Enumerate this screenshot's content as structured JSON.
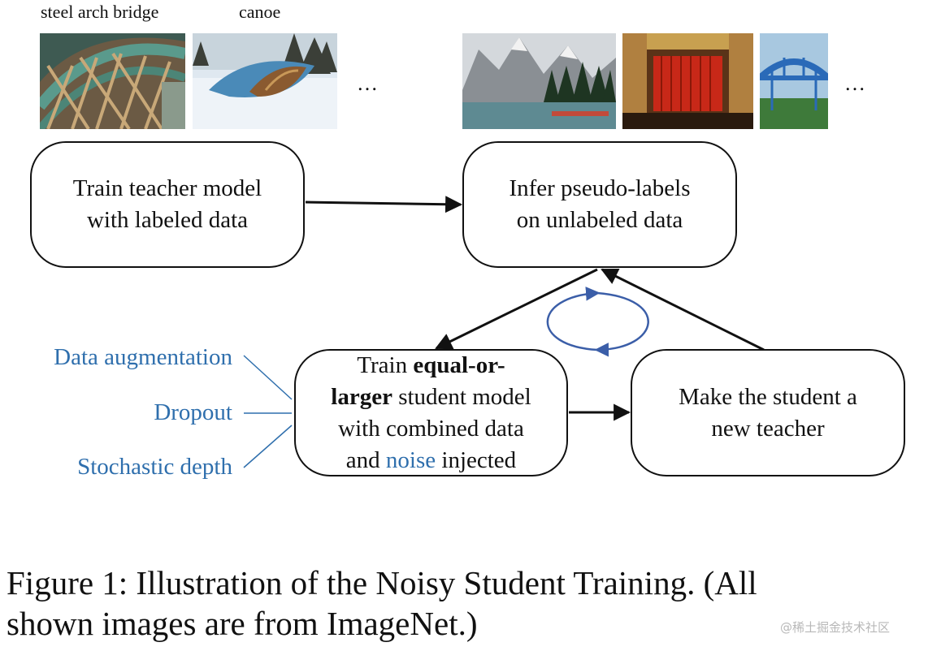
{
  "labeled_images": {
    "labels": [
      "steel arch bridge",
      "canoe"
    ],
    "ellipsis": "…"
  },
  "unlabeled_images": {
    "ellipsis": "…"
  },
  "steps": {
    "train_teacher": [
      "Train teacher model",
      "with labeled data"
    ],
    "infer_pseudo_labels": [
      "Infer pseudo-labels",
      "on unlabeled data"
    ],
    "train_student": {
      "line1_plain": "Train ",
      "line1_bold": "equal-or-",
      "line2_bold": "larger",
      "line2_plain": " student model",
      "line3": "with combined data",
      "line4_plain_before": "and ",
      "line4_noise": "noise",
      "line4_plain_after": " injected"
    },
    "make_teacher": [
      "Make the student a",
      "new teacher"
    ]
  },
  "noise_types": [
    "Data augmentation",
    "Dropout",
    "Stochastic depth"
  ],
  "caption": {
    "line1": "Figure 1: Illustration of the Noisy Student Training. (All",
    "line2": "shown images are from ImageNet.)"
  },
  "watermark": "@稀土掘金技术社区",
  "colors": {
    "accent_blue": "#2f6fad",
    "loop_arrow": "#3b5ea8",
    "stroke": "#111111"
  }
}
